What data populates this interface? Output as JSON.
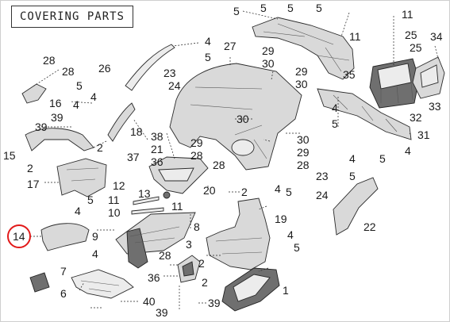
{
  "title": "COVERING PARTS",
  "highlight": {
    "label": "14",
    "color": "#e21a1a"
  },
  "callouts": [
    "5",
    "5",
    "5",
    "5",
    "11",
    "34",
    "4",
    "5",
    "27",
    "29",
    "30",
    "11",
    "25",
    "25",
    "28",
    "28",
    "26",
    "23",
    "24",
    "29",
    "30",
    "35",
    "5",
    "4",
    "16",
    "4",
    "39",
    "39",
    "18",
    "30",
    "4",
    "5",
    "33",
    "32",
    "38",
    "21",
    "36",
    "37",
    "29",
    "28",
    "28",
    "30",
    "29",
    "28",
    "31",
    "4",
    "5",
    "4",
    "15",
    "2",
    "2",
    "17",
    "12",
    "11",
    "13",
    "10",
    "20",
    "2",
    "23",
    "5",
    "4",
    "5",
    "24",
    "4",
    "14",
    "5",
    "11",
    "8",
    "19",
    "22",
    "9",
    "3",
    "4",
    "4",
    "5",
    "28",
    "2",
    "7",
    "6",
    "36",
    "2",
    "40",
    "39",
    "39",
    "1"
  ]
}
